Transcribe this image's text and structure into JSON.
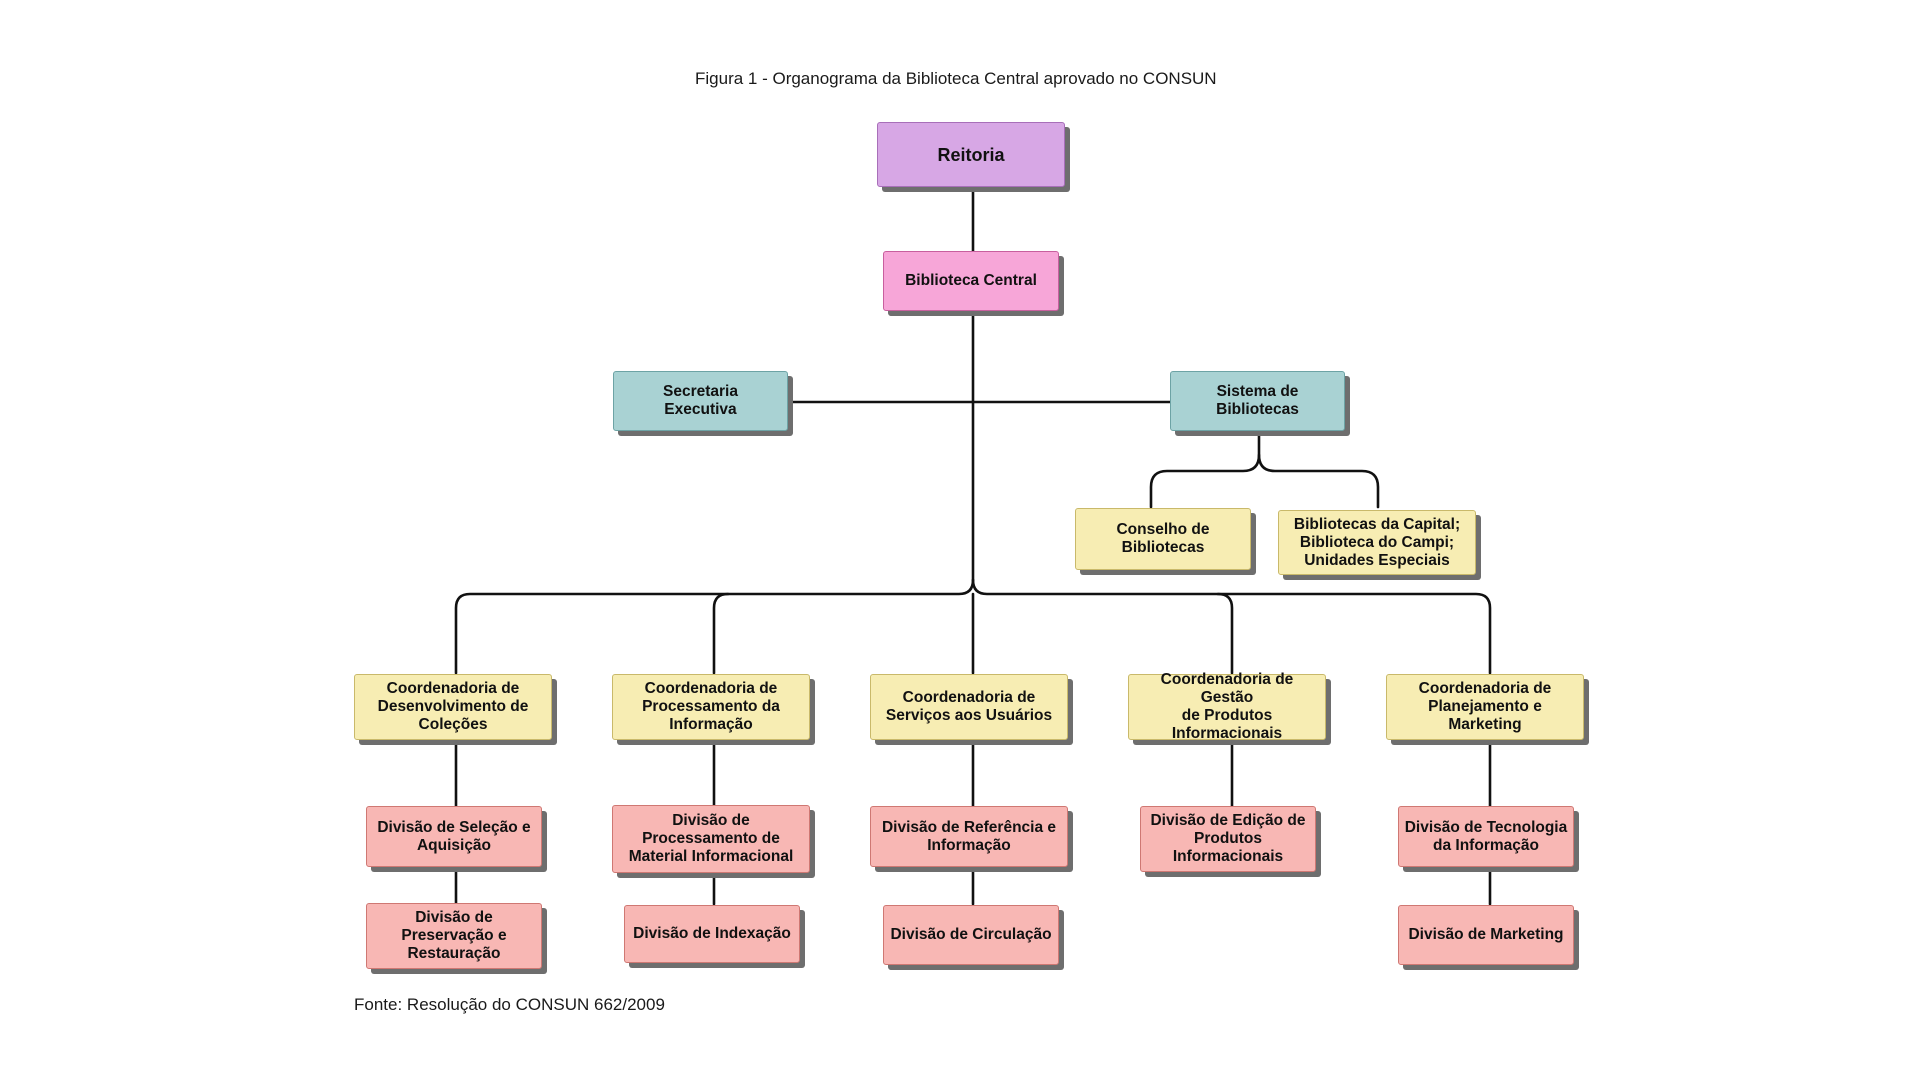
{
  "title": "Figura 1 -  Organograma da Biblioteca Central aprovado no CONSUN",
  "source": "Fonte: Resolução do CONSUN 662/2009",
  "colors": {
    "purple": "#d7a7e5",
    "pink": "#f7a6d8",
    "teal": "#a9d2d3",
    "yellow": "#f7edb3",
    "salmon": "#f8b7b4",
    "line": "#111111",
    "shadow": "#6e6e6e"
  },
  "nodes": {
    "reitoria": "Reitoria",
    "biblioteca_central": "Biblioteca Central",
    "secretaria_executiva": "Secretaria\nExecutiva",
    "sistema_bibliotecas": "Sistema de\nBibliotecas",
    "conselho_bibliotecas": "Conselho de\nBibliotecas",
    "bibliotecas_capital": "Bibliotecas da Capital;\nBiblioteca do Campi;\nUnidades Especiais",
    "coord_desenvolvimento": "Coordenadoria de\nDesenvolvimento de\nColeções",
    "coord_processamento": "Coordenadoria de\nProcessamento da\nInformação",
    "coord_servicos": "Coordenadoria de\nServiços aos Usuários",
    "coord_gestao": "Coordenadoria de Gestão\nde Produtos\nInformacionais",
    "coord_planejamento": "Coordenadoria de\nPlanejamento e\nMarketing",
    "div_selecao": "Divisão de Seleção e\nAquisição",
    "div_preservacao": "Divisão de\nPreservação e\nRestauração",
    "div_processamento_material": "Divisão de\nProcessamento de\nMaterial Informacional",
    "div_indexacao": "Divisão de Indexação",
    "div_referencia": "Divisão de Referência e\nInformação",
    "div_circulacao": "Divisão de Circulação",
    "div_edicao": "Divisão de Edição de\nProdutos\nInformacionais",
    "div_tecnologia": "Divisão de Tecnologia\nda Informação",
    "div_marketing": "Divisão de Marketing"
  },
  "edges": [
    [
      "reitoria",
      "biblioteca_central"
    ],
    [
      "biblioteca_central",
      "secretaria_executiva"
    ],
    [
      "biblioteca_central",
      "sistema_bibliotecas"
    ],
    [
      "sistema_bibliotecas",
      "conselho_bibliotecas"
    ],
    [
      "sistema_bibliotecas",
      "bibliotecas_capital"
    ],
    [
      "biblioteca_central",
      "coord_desenvolvimento"
    ],
    [
      "biblioteca_central",
      "coord_processamento"
    ],
    [
      "biblioteca_central",
      "coord_servicos"
    ],
    [
      "biblioteca_central",
      "coord_gestao"
    ],
    [
      "biblioteca_central",
      "coord_planejamento"
    ],
    [
      "coord_desenvolvimento",
      "div_selecao"
    ],
    [
      "div_selecao",
      "div_preservacao"
    ],
    [
      "coord_processamento",
      "div_processamento_material"
    ],
    [
      "div_processamento_material",
      "div_indexacao"
    ],
    [
      "coord_servicos",
      "div_referencia"
    ],
    [
      "div_referencia",
      "div_circulacao"
    ],
    [
      "coord_gestao",
      "div_edicao"
    ],
    [
      "coord_planejamento",
      "div_tecnologia"
    ],
    [
      "div_tecnologia",
      "div_marketing"
    ]
  ]
}
